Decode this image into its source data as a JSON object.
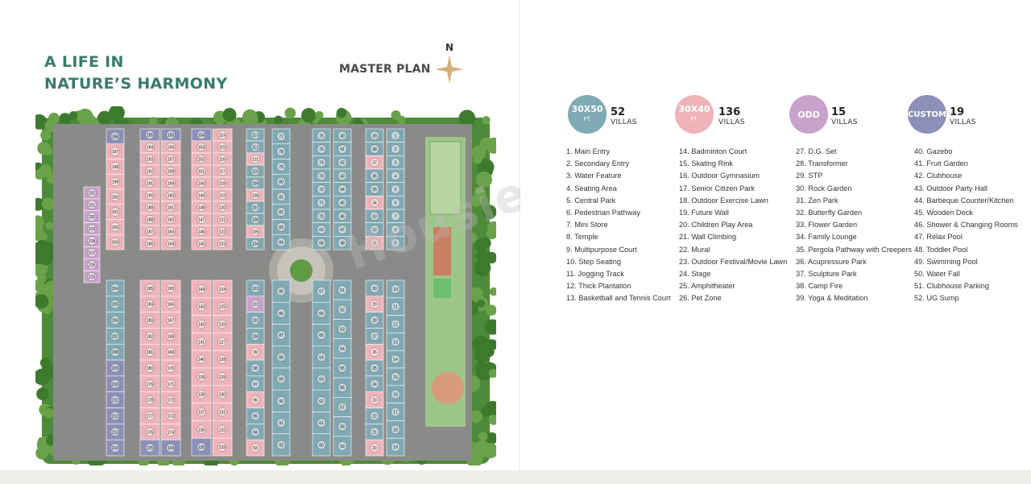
{
  "headline": [
    "A LIFE IN",
    "NATURE’S HARMONY"
  ],
  "master_plan_title": "MASTER PLAN",
  "compass_label": "N",
  "watermark": "Housiey.com",
  "colors": {
    "teal": "#3a7b6c",
    "blue_plot": "#7fa9b3",
    "pink_plot": "#efb3b9",
    "purple_plot": "#c9a2cb",
    "custom_plot": "#8c90b8",
    "gold": "#d1b27c",
    "road": "#8a8a88",
    "green": "#4f8a3a"
  },
  "legend": [
    {
      "code": "30X50",
      "unit": "FT.",
      "count": "52",
      "label": "VILLAS",
      "color": "#7fa9b3"
    },
    {
      "code": "30X40",
      "unit": "FT.",
      "count": "136",
      "label": "VILLAS",
      "color": "#efb3b9"
    },
    {
      "code": "ODD",
      "unit": "",
      "count": "15",
      "label": "VILLAS",
      "color": "#c9a2cb"
    },
    {
      "code": "CUSTOM",
      "unit": "",
      "count": "19",
      "label": "VILLAS",
      "color": "#8c90b8"
    }
  ],
  "amenities": [
    "1.  Main Entry",
    "2.  Secondary Entry",
    "3.  Water Feature",
    "4.  Seating Area",
    "5.  Central Park",
    "6.  Pedestrian Pathway",
    "7.  Mini Store",
    "8.  Temple",
    "9.  Multipurpose Court",
    "10. Step Seating",
    "11. Jogging Track",
    "12. Thick Plantation",
    "13. Basketball and Tennis Court",
    "14. Badminton Court",
    "15. Skating Rink",
    "16. Outdoor Gymnasium",
    "17. Senior Citizen Park",
    "18. Outdoor Exercise Lawn",
    "19. Future Wall",
    "20. Children Play Area",
    "21. Wall Climbing",
    "22. Mural",
    "23. Outdoor Festival/Movie Lawn",
    "24. Stage",
    "25. Amphitheater",
    "26. Pet Zone",
    "27. D.G. Set",
    "28. Transformer",
    "29. STP",
    "30. Rock Garden",
    "31. Zen Park",
    "32. Butterfly Garden",
    "33. Flower Garden",
    "34. Family Lounge",
    "35. Pergola Pathway with Creepers",
    "36. Acupressure Park",
    "37. Sculpture Park",
    "38. Camp Fire",
    "39. Yoga & Meditation",
    "40. Gazebo",
    "41. Fruit Garden",
    "42. Clubhouse",
    "43. Outdoor Party Hall",
    "44. Barbeque Counter/Kitchen",
    "45. Wooden Deck",
    "46. Shower & Changing Rooms",
    "47. Relax Pool",
    "48. Toddler Pool",
    "49. Swimming Pool",
    "50. Water Fall",
    "51. Clubhouse Parking",
    "52. UG Sump"
  ],
  "map": {
    "columns": [
      {
        "type": "pink",
        "top": [
          "195",
          "194",
          "193",
          "192",
          "191",
          "190",
          "189",
          "188",
          "187",
          "186"
        ],
        "bottom": [
          "185",
          "184",
          "183",
          "182",
          "181",
          "180",
          "179",
          "178",
          "177",
          "176",
          "175"
        ]
      },
      {
        "type": "pink",
        "top": [
          "155",
          "156",
          "157",
          "158",
          "159",
          "160",
          "161",
          "162",
          "163",
          "164"
        ],
        "bottom": [
          "165",
          "166",
          "167",
          "168",
          "169",
          "170",
          "171",
          "172",
          "173",
          "174",
          "134"
        ]
      },
      {
        "type": "pink",
        "top": [
          "154",
          "153",
          "152",
          "151",
          "150",
          "149",
          "148",
          "147",
          "146",
          "145"
        ],
        "bottom": [
          "144",
          "143",
          "142",
          "141",
          "140",
          "139",
          "138",
          "137",
          "136",
          "135"
        ]
      },
      {
        "type": "pink",
        "top": [
          "114",
          "115",
          "116",
          "117",
          "118",
          "119",
          "120",
          "121",
          "122",
          "123"
        ],
        "bottom": [
          "124",
          "125",
          "126",
          "127",
          "128",
          "129",
          "130",
          "131",
          "132",
          "133"
        ]
      },
      {
        "type": "mixed",
        "top": [
          "113",
          "112",
          "111",
          "110",
          "109",
          "108",
          "107",
          "106",
          "105",
          "104"
        ],
        "bottom": [
          "103",
          "102",
          "101",
          "100",
          "99",
          "98",
          "97",
          "96",
          "95",
          "94",
          "93"
        ]
      },
      {
        "type": "blue",
        "top": [
          "77",
          "78",
          "79",
          "80",
          "81",
          "82",
          "83",
          "84"
        ],
        "bottom": [
          "85",
          "86",
          "87",
          "88",
          "89",
          "90",
          "91",
          "92"
        ]
      },
      {
        "type": "blue",
        "top": [
          "75",
          "76",
          "74",
          "73",
          "72",
          "71",
          "70",
          "69",
          "68"
        ],
        "bottom": [
          "67",
          "66",
          "65",
          "64",
          "63",
          "62",
          "61",
          "60"
        ]
      },
      {
        "type": "blue",
        "top": [
          "40",
          "41",
          "42",
          "43",
          "44",
          "45",
          "46",
          "47",
          "48"
        ],
        "bottom": [
          "51",
          "52",
          "53",
          "54",
          "55",
          "56",
          "57",
          "58",
          "59"
        ]
      },
      {
        "type": "mixed",
        "top": [
          "39",
          "38",
          "37",
          "36",
          "35",
          "34",
          "33",
          "32",
          "31"
        ],
        "bottom": [
          "30",
          "29",
          "28",
          "27",
          "26",
          "25",
          "24",
          "23",
          "22",
          "21",
          "20"
        ]
      },
      {
        "type": "blue",
        "top": [
          "1",
          "2",
          "3",
          "4",
          "5",
          "6",
          "7",
          "8",
          "9"
        ],
        "bottom": [
          "10",
          "11",
          "12",
          "13",
          "14",
          "15",
          "16",
          "17",
          "18",
          "19"
        ]
      }
    ],
    "left_top": [
      "196",
      "197",
      "198",
      "199",
      "200",
      "201",
      "202",
      "203"
    ],
    "left_bottom": [
      "204",
      "205",
      "206",
      "207",
      "208",
      "209",
      "210",
      "211",
      "212",
      "213",
      "214"
    ],
    "left_odd": [
      "222",
      "221",
      "220",
      "219",
      "218",
      "217",
      "216",
      "215"
    ]
  }
}
